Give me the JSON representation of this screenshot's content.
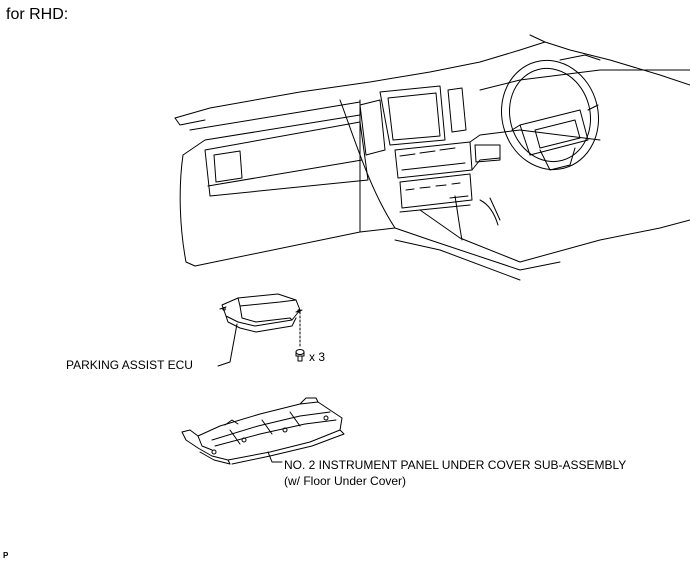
{
  "heading": "for RHD:",
  "labels": {
    "ecu": "PARKING ASSIST ECU",
    "screw_qty": "x 3",
    "cover_line1": "NO. 2 INSTRUMENT PANEL UNDER COVER SUB-ASSEMBLY",
    "cover_line2": "(w/ Floor Under Cover)"
  },
  "corner_mark": "P"
}
